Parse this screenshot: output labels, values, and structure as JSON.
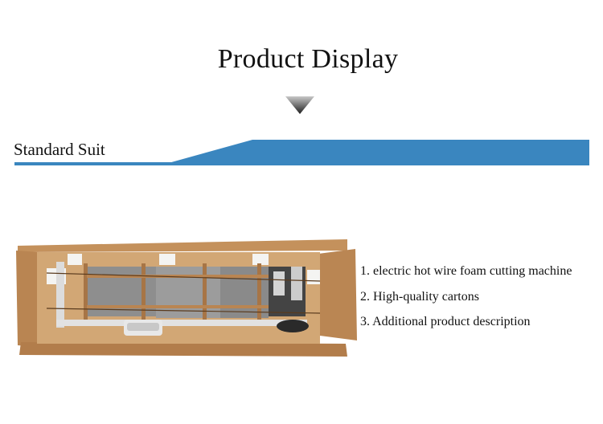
{
  "header": {
    "title": "Product Display"
  },
  "section": {
    "title": "Standard Suit",
    "accent_color": "#3a86bf"
  },
  "features": {
    "items": [
      "1. electric hot wire foam cutting machine",
      "2. High-quality cartons",
      "3. Additional product description"
    ]
  },
  "icons": {
    "arrow": "chevron-down-icon"
  }
}
